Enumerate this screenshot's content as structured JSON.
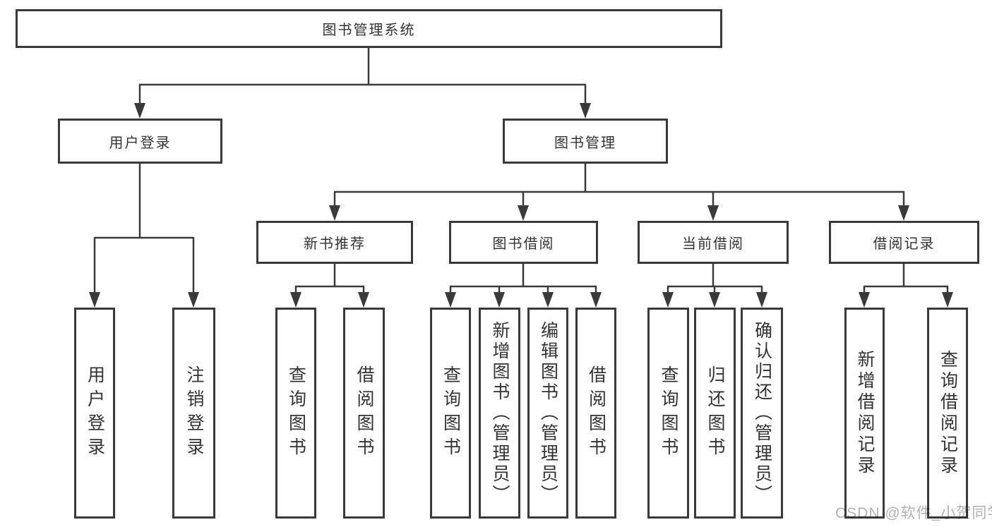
{
  "colors": {
    "line": "#3a3a3a",
    "box_border": "#3a3a3a",
    "box_fill": "#ffffff",
    "text": "#333333",
    "watermark": "#b2b2b2",
    "background": "#ffffff"
  },
  "tree": {
    "root": {
      "label": "图书管理系统",
      "children": [
        {
          "label": "用户登录",
          "children": [
            {
              "label": "用户登录"
            },
            {
              "label": "注销登录"
            }
          ]
        },
        {
          "label": "图书管理",
          "children": [
            {
              "label": "新书推荐",
              "children": [
                {
                  "label": "查询图书"
                },
                {
                  "label": "借阅图书"
                }
              ]
            },
            {
              "label": "图书借阅",
              "children": [
                {
                  "label": "查询图书"
                },
                {
                  "label": "新增图书（管理员）"
                },
                {
                  "label": "编辑图书（管理员）"
                },
                {
                  "label": "借阅图书"
                }
              ]
            },
            {
              "label": "当前借阅",
              "children": [
                {
                  "label": "查询图书"
                },
                {
                  "label": "归还图书"
                },
                {
                  "label": "确认归还（管理员）"
                }
              ]
            },
            {
              "label": "借阅记录",
              "children": [
                {
                  "label": "新增借阅记录"
                },
                {
                  "label": "查询借阅记录"
                }
              ]
            }
          ]
        }
      ]
    }
  },
  "watermark": {
    "text": "CSDN @软件_小贺同学"
  }
}
